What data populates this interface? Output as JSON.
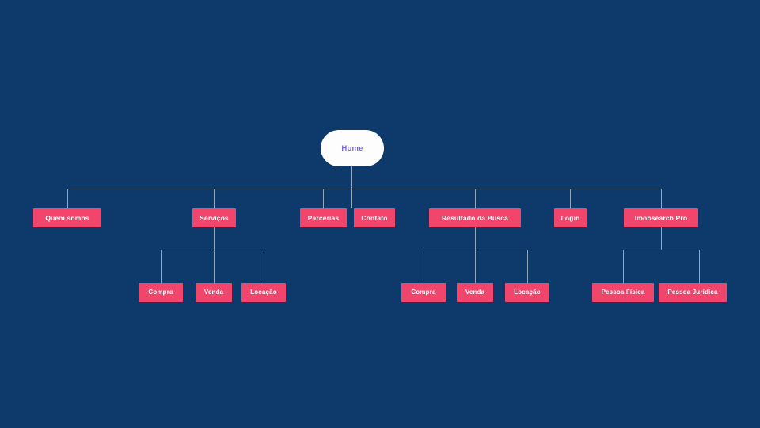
{
  "diagram": {
    "type": "sitemap",
    "title": "Home",
    "background_color": "#0d3a6b",
    "node_color": "#f2456c",
    "root_color": "#fdfdfd",
    "root_text_color": "#7b6bd6",
    "line_color": "#8fa8c0",
    "node_text_color": "#ffffff"
  },
  "root": {
    "label": "Home"
  },
  "level2": [
    {
      "label": "Quem somos"
    },
    {
      "label": "Serviços"
    },
    {
      "label": "Parcerias"
    },
    {
      "label": "Contato"
    },
    {
      "label": "Resultado da Busca"
    },
    {
      "label": "Login"
    },
    {
      "label": "Imobsearch Pro"
    }
  ],
  "servicos_children": [
    {
      "label": "Compra"
    },
    {
      "label": "Venda"
    },
    {
      "label": "Locação"
    }
  ],
  "busca_children": [
    {
      "label": "Compra"
    },
    {
      "label": "Venda"
    },
    {
      "label": "Locação"
    }
  ],
  "imobsearch_children": [
    {
      "label": "Pessoa Física"
    },
    {
      "label": "Pessoa Jurídica"
    }
  ]
}
